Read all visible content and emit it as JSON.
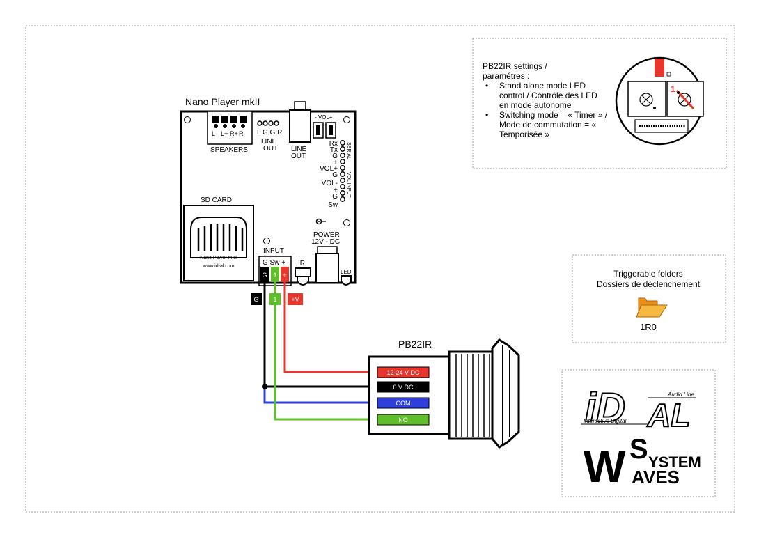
{
  "board": {
    "title": "Nano Player mkII",
    "speaker_pins": [
      "L-",
      "L+",
      "R+",
      "R-"
    ],
    "speakers_label": "SPEAKERS",
    "lineout_pins": "L G G R",
    "lineout_label_1": "LINE",
    "lineout_label_2": "OUT",
    "jack_label_1": "LINE",
    "jack_label_2": "OUT",
    "vol_label": "- VOL+",
    "serial_label": "SERIAL",
    "vol_input_label": "VOL INPUT",
    "right_pins": [
      "Rx",
      "Tx",
      "G",
      "+",
      "VOL+",
      "G",
      "VOL-",
      "+",
      "G",
      "Sw"
    ],
    "sd_card_label": "SD CARD",
    "sd_text_1": "Nano Player mkII",
    "sd_text_2": "www.id-al.com",
    "input_label": "INPUT",
    "input_pins": "G Sw +",
    "ir_label": "IR",
    "power_label_1": "POWER",
    "power_label_2": "12V - DC",
    "led_label": "LED"
  },
  "input_terminals": {
    "g": "G",
    "one": "1",
    "plus": "+"
  },
  "wire_tags": {
    "g": "G",
    "one": "1",
    "v": "+V"
  },
  "button": {
    "title": "PB22IR",
    "terminals": [
      "12-24 V DC",
      "0 V DC",
      "COM",
      "NO"
    ]
  },
  "settings": {
    "title_1": "PB22IR settings /",
    "title_2": "paramétres :",
    "bullet_1": "Stand alone mode LED control / Contrôle des LED en mode autonome",
    "bullet_2": "Switching mode = « Timer » / Mode de commutation = « Temporisée »",
    "dip_number": "1"
  },
  "folders": {
    "title_1": "Triggerable folders",
    "title_2": "Dossiers de déclenchement",
    "folder_name": "1R0"
  },
  "logos": {
    "idal_audio_line": "Audio Line",
    "idal_interactive": "Interactive Digital",
    "idal_id": "iD",
    "idal_al": "AL",
    "ws_w": "W",
    "ws_s": "S",
    "ws_ystem": "YSTEM",
    "ws_aves": "AVES"
  },
  "colors": {
    "red": "#e8362d",
    "green": "#5fbf2a",
    "blue": "#2f3fdc",
    "black": "#000000",
    "folder": "#f5a623"
  }
}
